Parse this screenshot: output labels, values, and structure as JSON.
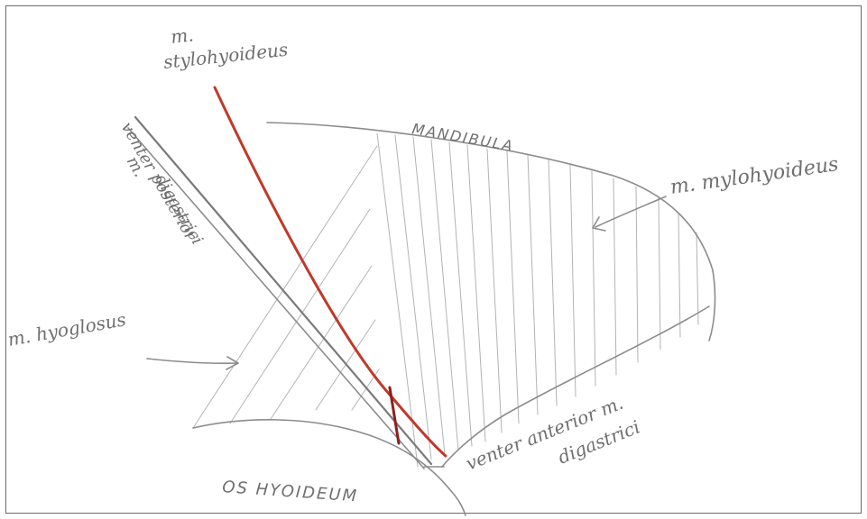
{
  "labels": {
    "stylohyoid_1": "m.",
    "stylohyoid_2": "stylohyoideus",
    "mandible": "MANDIBULA",
    "mylohyoid": "m. mylohyoideus",
    "post_belly_1": "venter posterior",
    "post_belly_2": "m.",
    "post_belly_3": "digastrici",
    "hyoglossus": "m. hyoglosus",
    "ant_belly_1": "venter anterior m.",
    "ant_belly_2": "digastrici",
    "hyoid": "OS HYOIDEUM"
  },
  "colors": {
    "pencil": "#8c8c8c",
    "red_structure": "#c0392b",
    "red_dark": "#8e1f1f"
  }
}
